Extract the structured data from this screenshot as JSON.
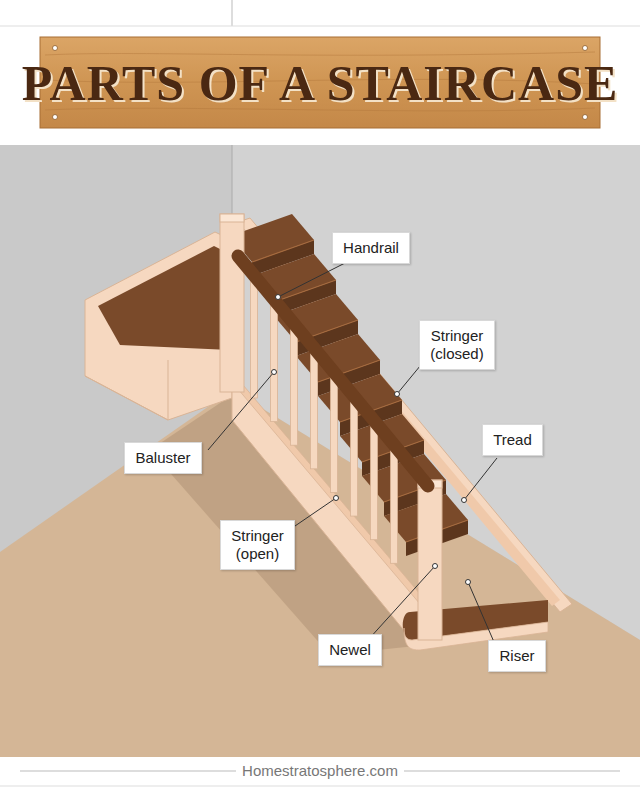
{
  "diagram": {
    "title": "PARTS OF A STAIRCASE",
    "nodes": [
      {
        "text": [
          "Handrail"
        ]
      },
      {
        "text": [
          "Stringer (closed)"
        ]
      },
      {
        "text": [
          "Tread"
        ]
      },
      {
        "text": [
          "Baluster"
        ]
      },
      {
        "text": [
          "Stringer (open)"
        ]
      },
      {
        "text": [
          "Newel"
        ]
      },
      {
        "text": [
          "Riser"
        ]
      }
    ],
    "labels": [
      "Homestratosphere.com"
    ]
  }
}
